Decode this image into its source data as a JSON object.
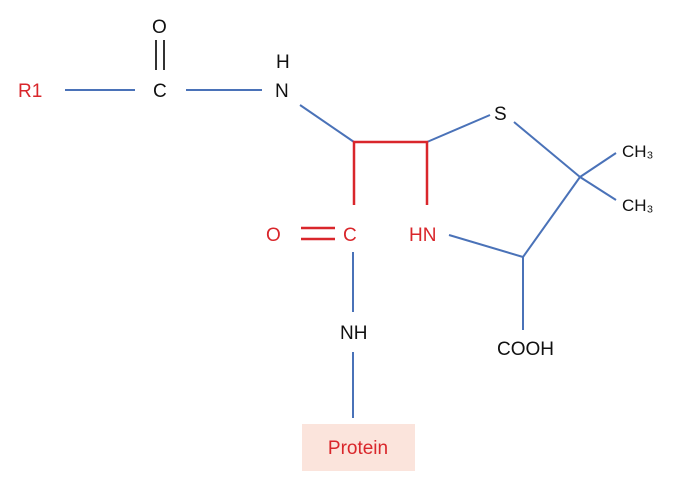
{
  "molecule": {
    "r1": "R1",
    "carbonyl_c": "C",
    "carbonyl_o": "O",
    "amide_h": "H",
    "amide_n": "N",
    "sulfur": "S",
    "methyl_1": "CH₃",
    "methyl_2": "CH₃",
    "lactam_o": "O",
    "lactam_c": "C",
    "lactam_hn": "HN",
    "carboxyl": "COOH",
    "protein_nh": "NH",
    "protein": "Protein"
  },
  "colors": {
    "bond": "#4a72b8",
    "highlight": "#d9262b",
    "protein_box": "#fbe4dc"
  }
}
